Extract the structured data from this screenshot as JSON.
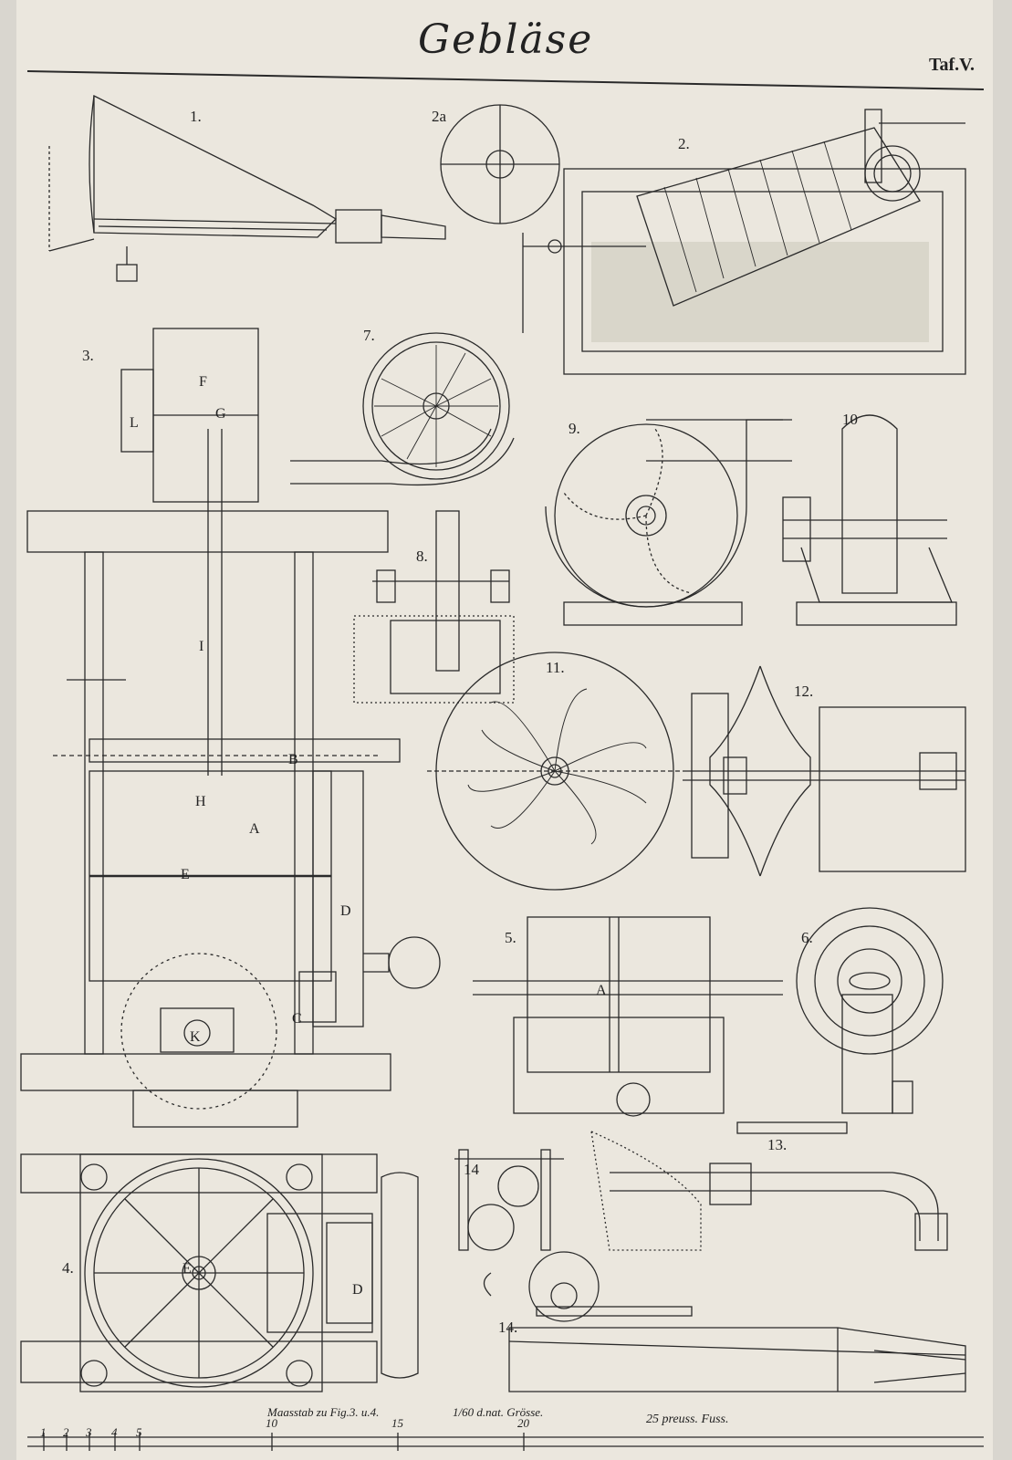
{
  "plate": {
    "title": "Gebläse",
    "number": "Taf.V."
  },
  "figures": [
    {
      "label": "1."
    },
    {
      "label": "2."
    },
    {
      "label": "2a"
    },
    {
      "label": "3."
    },
    {
      "label": "4."
    },
    {
      "label": "5."
    },
    {
      "label": "6."
    },
    {
      "label": "7."
    },
    {
      "label": "8."
    },
    {
      "label": "9."
    },
    {
      "label": "10"
    },
    {
      "label": "11."
    },
    {
      "label": "12."
    },
    {
      "label": "13."
    },
    {
      "label": "14"
    },
    {
      "label": "14."
    }
  ],
  "fig3_parts": [
    "F",
    "G",
    "L",
    "I",
    "B",
    "A",
    "H",
    "E",
    "D",
    "C",
    "K"
  ],
  "fig4_parts": [
    "E",
    "D"
  ],
  "fig5_parts": [
    "A"
  ],
  "scale": {
    "caption": "Maasstab zu Fig.3. u.4.",
    "ratio": "1/60 d.nat. Grösse.",
    "unit": "25 preuss. Fuss.",
    "ticks": [
      "1",
      "2",
      "3",
      "4",
      "5",
      "10",
      "15",
      "20"
    ]
  }
}
